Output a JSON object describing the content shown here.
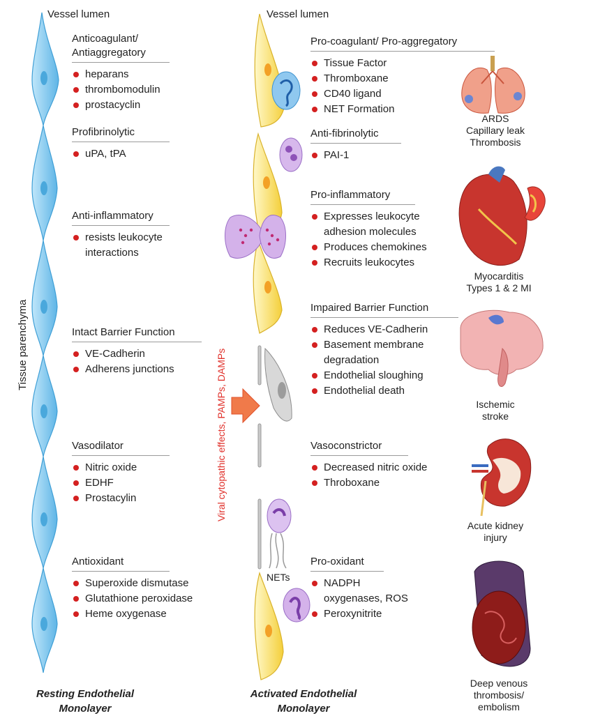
{
  "left": {
    "lumen_label": "Vessel lumen",
    "side_label": "Tissue parenchyma",
    "bottom_title_line1": "Resting Endothelial",
    "bottom_title_line2": "Monolayer",
    "sections": [
      {
        "heading_lines": [
          "Anticoagulant/",
          "Antiaggregatory"
        ],
        "items": [
          [
            "heparans"
          ],
          [
            "thrombomodulin"
          ],
          [
            "prostacyclin"
          ]
        ]
      },
      {
        "heading_lines": [
          "Profibrinolytic"
        ],
        "items": [
          [
            "uPA, tPA"
          ]
        ]
      },
      {
        "heading_lines": [
          "Anti-inflammatory"
        ],
        "items": [
          [
            "resists leukocyte",
            "interactions"
          ]
        ]
      },
      {
        "heading_lines": [
          "Intact Barrier Function"
        ],
        "items": [
          [
            "VE-Cadherin"
          ],
          [
            "Adherens junctions"
          ]
        ]
      },
      {
        "heading_lines": [
          "Vasodilator"
        ],
        "items": [
          [
            "Nitric oxide"
          ],
          [
            "EDHF"
          ],
          [
            "Prostacylin"
          ]
        ]
      },
      {
        "heading_lines": [
          "Antioxidant"
        ],
        "items": [
          [
            "Superoxide dismutase"
          ],
          [
            "Glutathione peroxidase"
          ],
          [
            "Heme oxygenase"
          ]
        ]
      }
    ]
  },
  "middle": {
    "lumen_label": "Vessel lumen",
    "arrow_label": "Viral cytopathic effects, PAMPs, DAMPs",
    "nets_label": "NETs",
    "bottom_title_line1": "Activated Endothelial",
    "bottom_title_line2": "Monolayer"
  },
  "right": {
    "sections": [
      {
        "heading_lines": [
          "Pro-coagulant/ Pro-aggregatory"
        ],
        "items": [
          [
            "Tissue Factor"
          ],
          [
            "Thromboxane"
          ],
          [
            "CD40 ligand"
          ],
          [
            "NET Formation"
          ]
        ]
      },
      {
        "heading_lines": [
          "Anti-fibrinolytic"
        ],
        "items": [
          [
            "PAI-1"
          ]
        ]
      },
      {
        "heading_lines": [
          "Pro-inflammatory"
        ],
        "items": [
          [
            "Expresses leukocyte",
            "adhesion molecules"
          ],
          [
            "Produces chemokines"
          ],
          [
            "Recruits leukocytes"
          ]
        ]
      },
      {
        "heading_lines": [
          "Impaired Barrier Function"
        ],
        "items": [
          [
            "Reduces VE-Cadherin"
          ],
          [
            "Basement membrane",
            "degradation"
          ],
          [
            "Endothelial sloughing"
          ],
          [
            "Endothelial death"
          ]
        ]
      },
      {
        "heading_lines": [
          "Vasoconstrictor"
        ],
        "items": [
          [
            "Decreased nitric oxide"
          ],
          [
            "Throboxane"
          ]
        ]
      },
      {
        "heading_lines": [
          "Pro-oxidant"
        ],
        "items": [
          [
            "NADPH",
            "oxygenases, ROS"
          ],
          [
            "Peroxynitrite"
          ]
        ]
      }
    ]
  },
  "organs": [
    {
      "icon": "lungs-icon",
      "caption_lines": [
        "ARDS",
        "Capillary leak",
        "Thrombosis"
      ]
    },
    {
      "icon": "heart-icon",
      "caption_lines": [
        "Myocarditis",
        "Types 1 & 2  MI"
      ]
    },
    {
      "icon": "brain-icon",
      "caption_lines": [
        "Ischemic",
        "stroke"
      ]
    },
    {
      "icon": "kidney-icon",
      "caption_lines": [
        "Acute kidney",
        "injury"
      ]
    },
    {
      "icon": "vein-thrombus-icon",
      "caption_lines": [
        "Deep venous",
        "thrombosis/",
        "embolism"
      ]
    }
  ],
  "colors": {
    "bullet": "#d42020",
    "arrow_label": "#e0302a",
    "resting_cell": "#8fd0f0",
    "activated_cell": "#f7e36a",
    "leukocyte": "#c5a3e0"
  }
}
